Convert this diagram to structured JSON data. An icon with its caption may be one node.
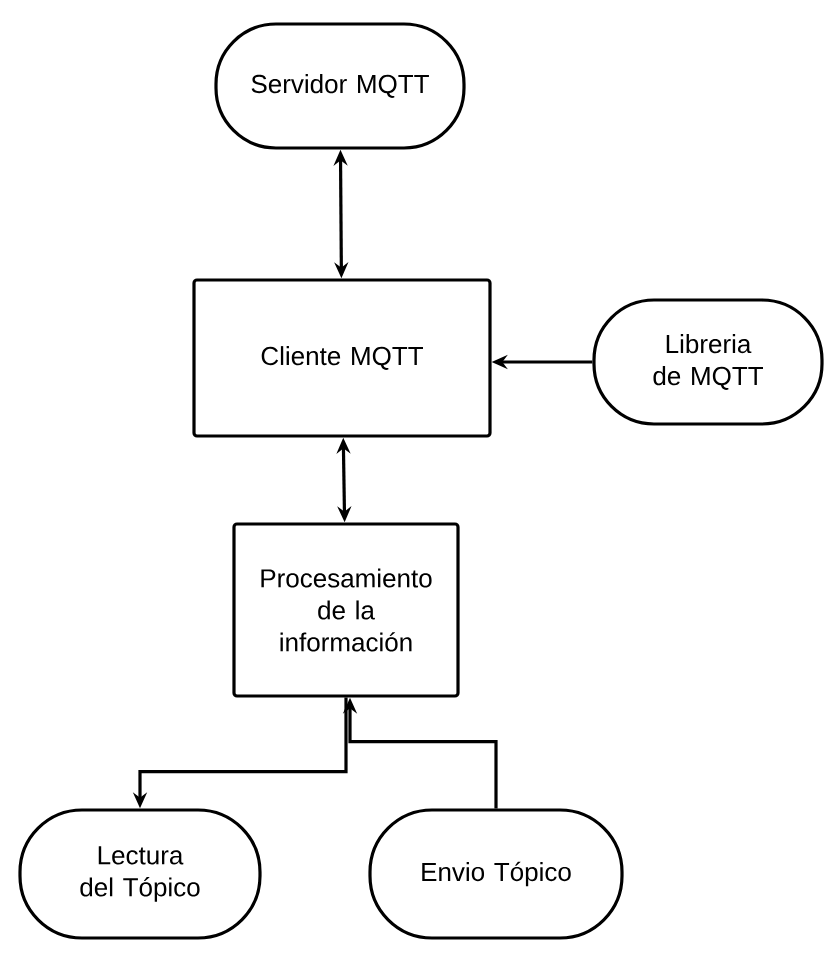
{
  "diagram": {
    "nodes": [
      {
        "text": [
          "Servidor MQTT"
        ]
      },
      {
        "text": [
          "Cliente MQTT"
        ]
      },
      {
        "text": [
          "Libreria de MQTT"
        ]
      },
      {
        "text": [
          "Procesamiento de la información"
        ]
      },
      {
        "text": [
          "Lectura del Tópico"
        ]
      },
      {
        "text": [
          "Envio Tópico"
        ]
      }
    ],
    "edges": [
      {
        "from": 0,
        "to": 1,
        "arrow": "both"
      },
      {
        "from": 2,
        "to": 1,
        "arrow": "to"
      },
      {
        "from": 1,
        "to": 3,
        "arrow": "both"
      },
      {
        "from": 3,
        "to": 4,
        "arrow": "to"
      },
      {
        "from": 5,
        "to": 3,
        "arrow": "to"
      }
    ]
  }
}
